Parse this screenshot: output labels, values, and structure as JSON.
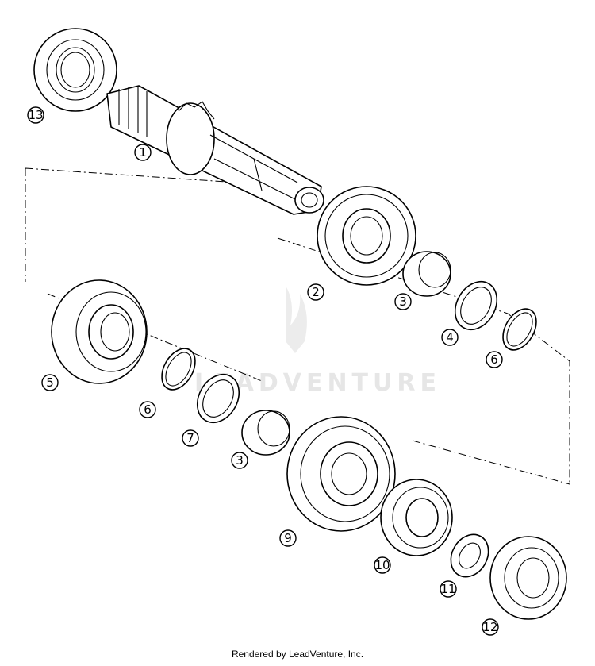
{
  "watermark": "LEADVENTURE",
  "credit": "Rendered by LeadVenture, Inc.",
  "callouts": [
    "1",
    "2",
    "3",
    "4",
    "5",
    "6",
    "7",
    "3",
    "9",
    "10",
    "11",
    "12",
    "13",
    "6"
  ]
}
